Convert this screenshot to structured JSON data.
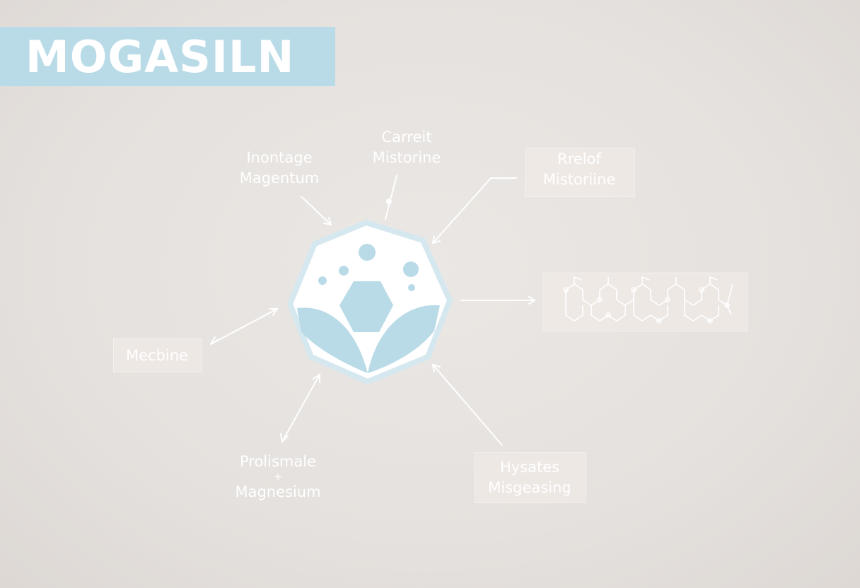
{
  "title": "MOGASILN",
  "nodes": {
    "top_left": {
      "line1": "Inontage",
      "line2": "Magentum"
    },
    "top_center": {
      "line1": "Carreit",
      "line2": "Mistorine"
    },
    "top_right": {
      "line1": "Rrelof",
      "line2": "Mistoriine"
    },
    "left": {
      "line1": "Mecbine"
    },
    "bottom_left": {
      "line1": "Prolismale",
      "sep": "+",
      "line2": "Magnesium"
    },
    "bottom_right": {
      "line1": "Hysates",
      "line2": "Misgeasing"
    }
  },
  "colors": {
    "background": "#e8e4e1",
    "accent": "#b9dbe7",
    "text": "#ffffff"
  }
}
